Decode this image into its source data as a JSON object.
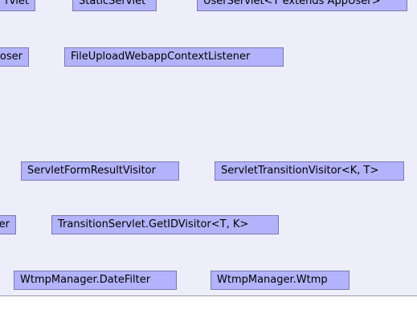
{
  "diagram": {
    "background_color": "#eeeefa",
    "box_fill_color": "#b3b3fb",
    "box_border_color": "#7a7ab0",
    "rows": [
      {
        "classes": [
          {
            "id": "rvlet-partial",
            "label": "rvlet"
          },
          {
            "id": "static-servlet",
            "label": "StaticServlet"
          },
          {
            "id": "user-servlet",
            "label": "UserServlet<T extends AppUser>"
          }
        ]
      },
      {
        "classes": [
          {
            "id": "oser-partial",
            "label": "oser"
          },
          {
            "id": "file-upload-webapp-context-listener",
            "label": "FileUploadWebappContextListener"
          }
        ]
      },
      {
        "classes": [
          {
            "id": "servlet-form-result-visitor",
            "label": "ServletFormResultVisitor"
          },
          {
            "id": "servlet-transition-visitor",
            "label": "ServletTransitionVisitor<K, T>"
          }
        ]
      },
      {
        "classes": [
          {
            "id": "er-partial",
            "label": "er"
          },
          {
            "id": "transition-servlet-getid-visitor",
            "label": "TransitionServlet.GetIDVisitor<T, K>"
          }
        ]
      },
      {
        "classes": [
          {
            "id": "wtmp-manager-date-filter",
            "label": "WtmpManager.DateFilter"
          },
          {
            "id": "wtmp-manager-wtmp",
            "label": "WtmpManager.Wtmp"
          }
        ]
      }
    ]
  }
}
